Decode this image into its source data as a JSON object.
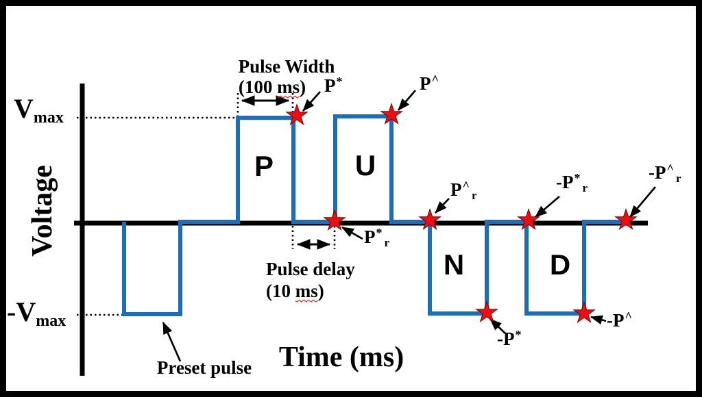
{
  "figure": {
    "title_context": "PUND pulse sequence voltage-time diagram",
    "colors": {
      "waveform_blue": "#1b6ebc",
      "star_red": "#ee0e12",
      "ink": "#000000",
      "background": "#ffffff",
      "spellcheck_squiggle_red": "#d40000"
    },
    "star_icon": {
      "name": "star-marker",
      "glyph": "★"
    }
  },
  "axes": {
    "y_title": "Voltage",
    "x_title": "Time (ms)",
    "vmax": {
      "base": "V",
      "sub": "max"
    },
    "neg_vmax": {
      "base": "-V",
      "sub": "max"
    }
  },
  "pulses": {
    "p": "P",
    "u": "U",
    "n": "N",
    "d": "D"
  },
  "annotations": {
    "pulse_width_line1": "Pulse Width",
    "pulse_width_open": "(100 ",
    "pulse_width_unit": "ms",
    "pulse_width_close": ")",
    "pulse_delay_line1": "Pulse delay",
    "pulse_delay_open": "(10 ",
    "pulse_delay_unit": "ms",
    "pulse_delay_close": ")",
    "preset_pulse": "Preset pulse"
  },
  "markers": {
    "p_star": {
      "base": "P",
      "sup": "*",
      "sub": ""
    },
    "p_hat": {
      "base": "P",
      "sup": "^",
      "sub": ""
    },
    "p_star_r": {
      "base": "P",
      "sup": "*",
      "sub": "r"
    },
    "p_hat_r": {
      "base": "P",
      "sup": "^",
      "sub": "r"
    },
    "neg_p_star": {
      "base": "-P",
      "sup": "*",
      "sub": ""
    },
    "neg_p_star_r": {
      "base": "-P",
      "sup": "*",
      "sub": "r"
    },
    "neg_p_hat": {
      "base": "-P",
      "sup": "^",
      "sub": ""
    },
    "neg_p_hat_r": {
      "base": "-P",
      "sup": "^",
      "sub": "r"
    }
  }
}
